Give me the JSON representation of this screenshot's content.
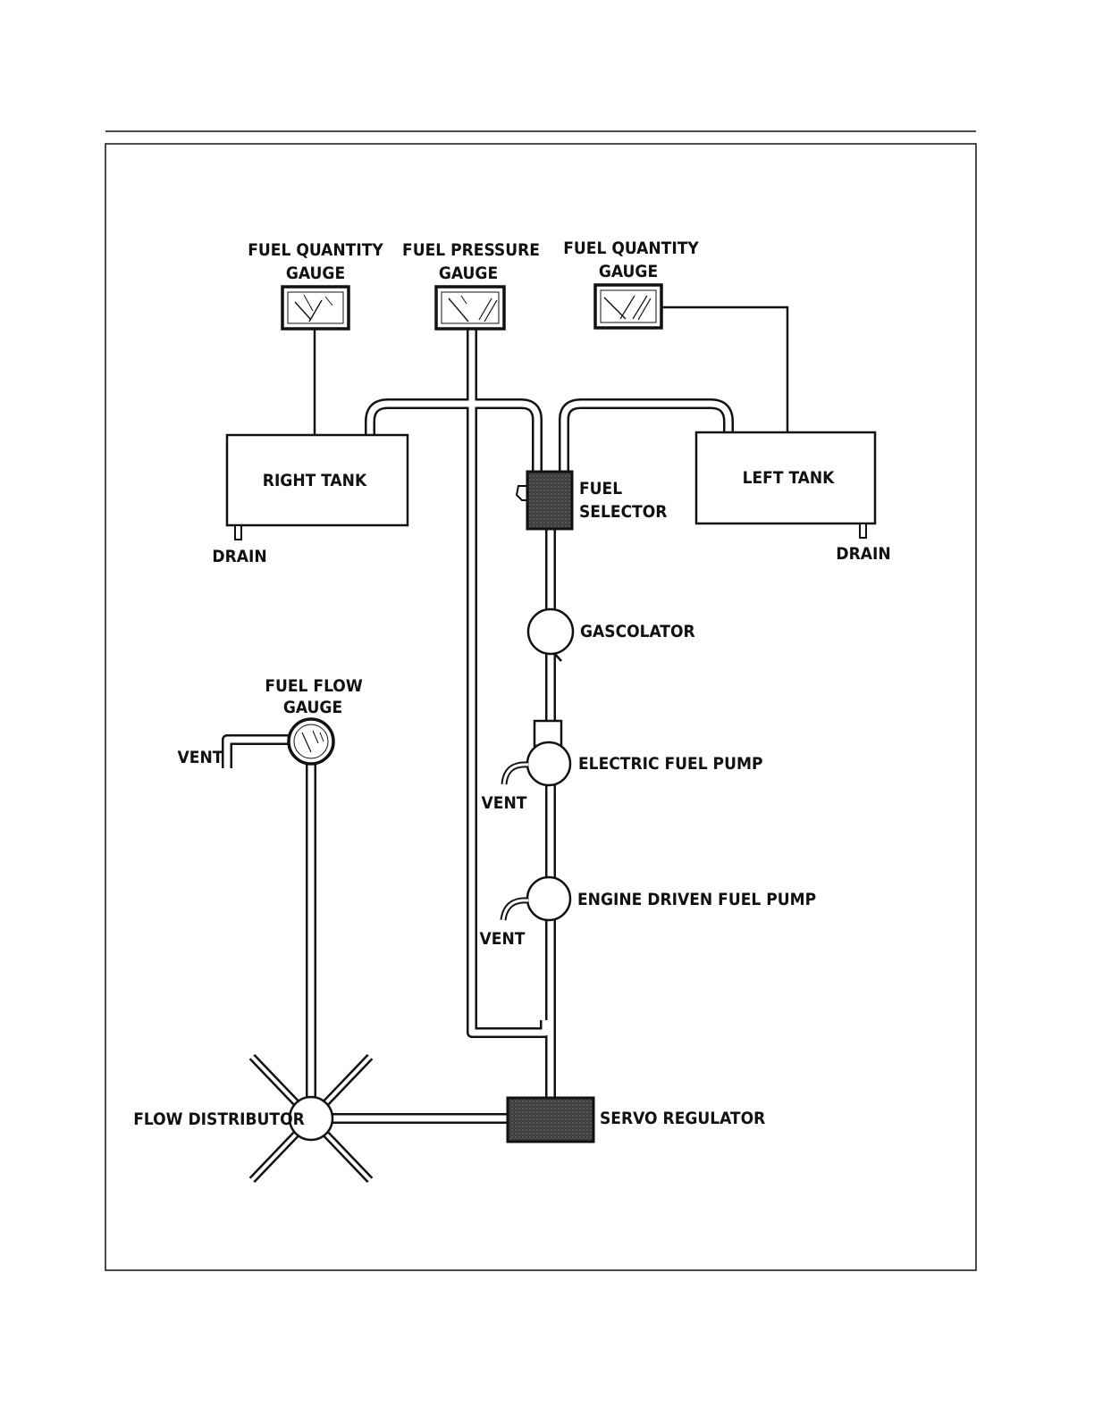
{
  "labels": {
    "fuel_quantity_gauge_right": [
      "FUEL QUANTITY",
      "GAUGE"
    ],
    "fuel_pressure_gauge": [
      "FUEL PRESSURE",
      "GAUGE"
    ],
    "fuel_quantity_gauge_left": [
      "FUEL QUANTITY",
      "GAUGE"
    ],
    "right_tank": "RIGHT TANK",
    "left_tank": "LEFT TANK",
    "drain_right": "DRAIN",
    "drain_left": "DRAIN",
    "fuel_selector": [
      "FUEL",
      "SELECTOR"
    ],
    "gascolator": "GASCOLATOR",
    "fuel_flow_gauge": [
      "FUEL FLOW",
      "GAUGE"
    ],
    "vent_flow": "VENT",
    "electric_fuel_pump": "ELECTRIC FUEL PUMP",
    "vent_electric": "VENT",
    "engine_driven_fuel_pump": "ENGINE DRIVEN FUEL PUMP",
    "vent_engine": "VENT",
    "flow_distributor": "FLOW DISTRIBUTOR",
    "servo_regulator": "SERVO REGULATOR"
  },
  "colors": {
    "line": "#111111",
    "dark_fill": "#4a4a4a",
    "background": "#ffffff"
  }
}
